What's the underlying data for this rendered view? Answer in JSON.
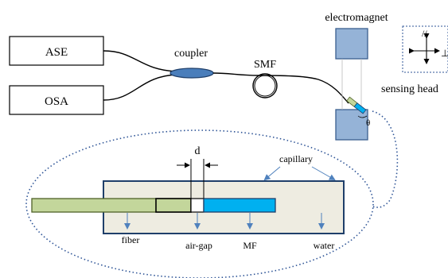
{
  "labels": {
    "ase": "ASE",
    "osa": "OSA",
    "coupler": "coupler",
    "smf": "SMF",
    "electromagnet": "electromagnet",
    "sensing_head": "sensing head",
    "theta": "θ",
    "parallel": "//",
    "perp": "⊥",
    "d": "d",
    "capillary": "capillary",
    "fiber": "fiber",
    "air_gap": "air-gap",
    "mf": "MF",
    "water": "water"
  },
  "colors": {
    "magnet_fill": "#95b3d7",
    "magnet_stroke": "#3a5f8f",
    "coupler_fill": "#4a7ebb",
    "coupler_stroke": "#1f3f6a",
    "dotted_line": "#2f5597",
    "capillary_fill": "#eeece1",
    "fiber_fill": "#c3d69b",
    "fiber_stroke": "#4f6228",
    "mf_fill": "#00b0f0",
    "arrow_blue": "#4f81bd"
  },
  "icons": {
    "polarization": "polarization-cross-icon"
  }
}
